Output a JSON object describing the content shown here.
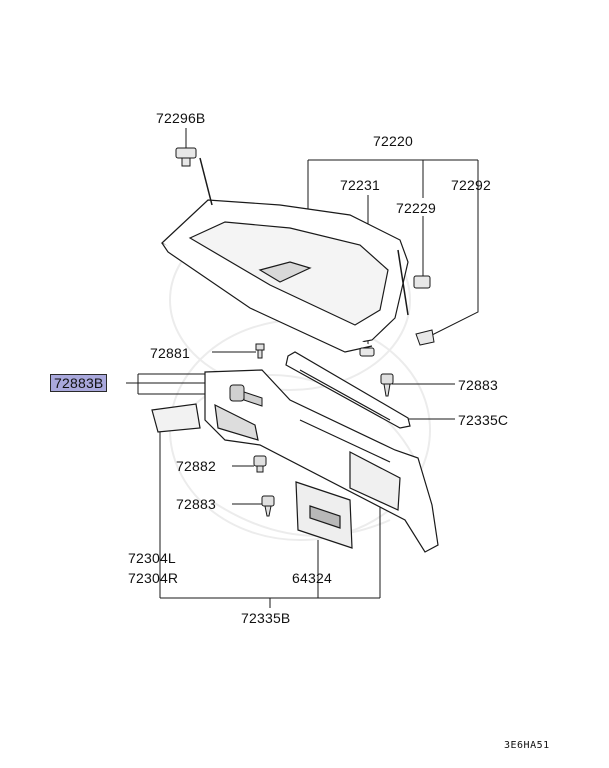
{
  "parts": {
    "p72296B": "72296B",
    "p72220": "72220",
    "p72231": "72231",
    "p72292": "72292",
    "p72229": "72229",
    "p72881": "72881",
    "p72883B": "72883B",
    "p72883_right": "72883",
    "p72335C": "72335C",
    "p72882": "72882",
    "p72883_left": "72883",
    "p72304L": "72304L",
    "p72304R": "72304R",
    "p64324": "64324",
    "p72335B": "72335B"
  },
  "highlighted_part": "72883B",
  "diagram_code": "3E6HA51",
  "colors": {
    "highlight": "#a9a8dc",
    "line": "#1a1a1a"
  }
}
